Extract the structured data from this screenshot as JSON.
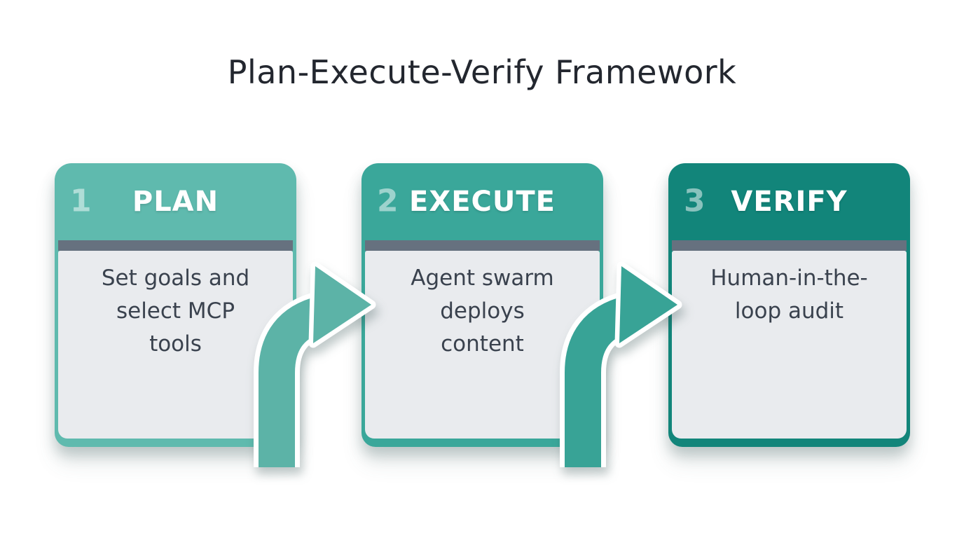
{
  "title": "Plan-Execute-Verify Framework",
  "steps": [
    {
      "number": "1",
      "label": "PLAN",
      "description": "Set goals and\nselect MCP\ntools",
      "header_color": "#5fbaae"
    },
    {
      "number": "2",
      "label": "EXECUTE",
      "description": "Agent swarm\ndeploys\ncontent",
      "header_color": "#3aa79a"
    },
    {
      "number": "3",
      "label": "VERIFY",
      "description": "Human-in-the-\nloop audit",
      "header_color": "#12857a"
    }
  ],
  "arrows": [
    {
      "from": "PLAN",
      "to": "EXECUTE",
      "color": "#5cb3a7"
    },
    {
      "from": "EXECUTE",
      "to": "VERIFY",
      "color": "#38a396"
    }
  ],
  "palette": {
    "background": "#ffffff",
    "title_text": "#23272f",
    "header_text": "#ffffff",
    "step_number_text": "rgba(255,255,255,0.5)",
    "divider_bar": "#66717f",
    "card_body_bg": "#e9ebee",
    "body_text": "#3a424e",
    "arrow_outline": "#ffffff"
  }
}
